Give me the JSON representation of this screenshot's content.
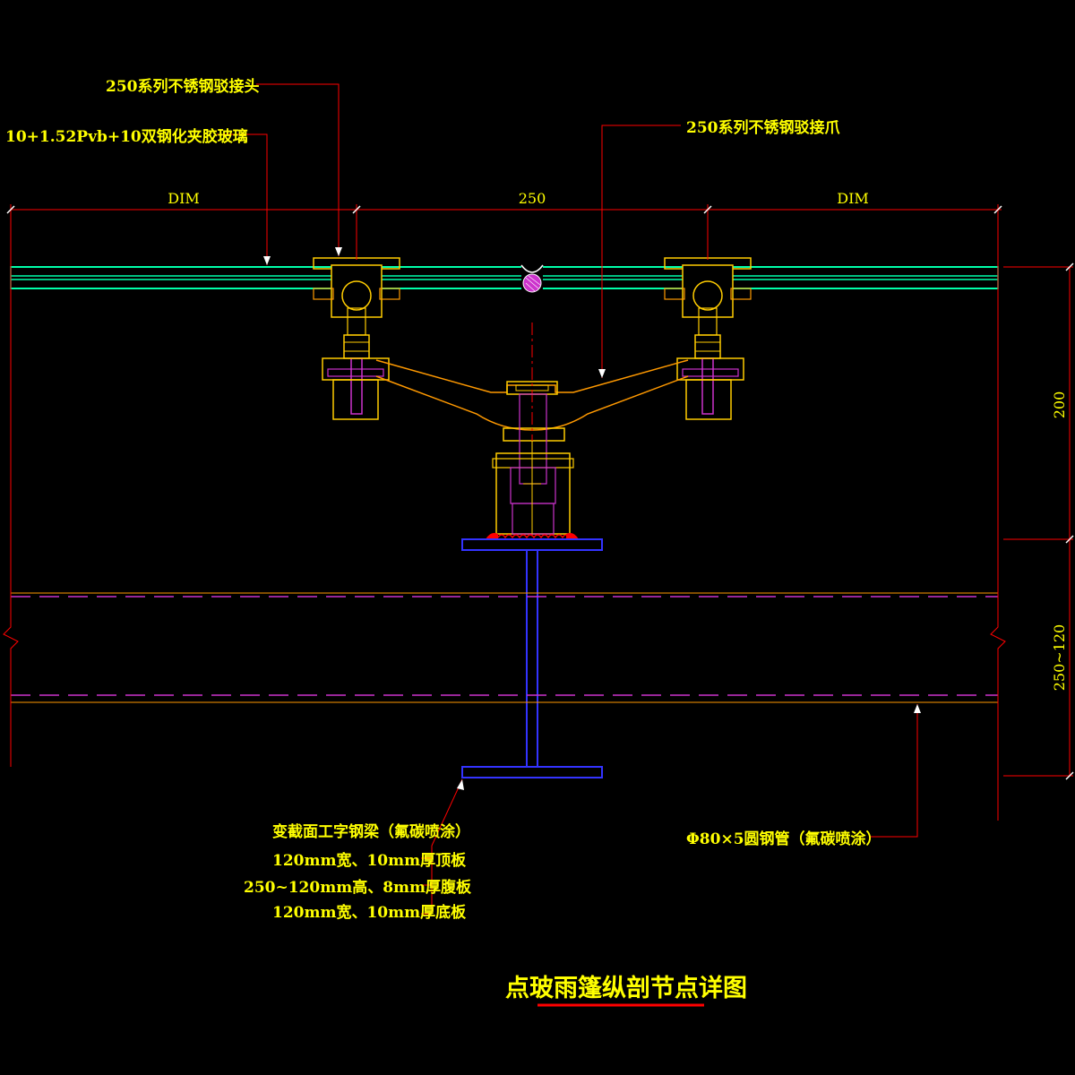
{
  "labels": {
    "pivot_head": "250系列不锈钢驳接头",
    "glass": "10+1.52Pvb+10双钢化夹胶玻璃",
    "pivot_claw": "250系列不锈钢驳接爪",
    "beam_title": "变截面工字钢梁（氟碳喷涂）",
    "beam_spec_1": "120mm宽、10mm厚顶板",
    "beam_spec_2": "250~120mm高、8mm厚腹板",
    "beam_spec_3": "120mm宽、10mm厚底板",
    "pipe": "Φ80×5圆钢管（氟碳喷涂）"
  },
  "dimensions": {
    "left": "DIM",
    "middle": "250",
    "right": "DIM",
    "vertical_upper": "200",
    "vertical_lower": "250~120"
  },
  "title": "点玻雨篷纵剖节点详图",
  "colors": {
    "background": "#000000",
    "text": "#ffff00",
    "leader": "#ff0000",
    "glass": "#00ffaa",
    "fitting": "#ffcc00",
    "bolt": "#cc33cc",
    "beam": "#3333ff",
    "pipe": "#cc33cc",
    "orange": "#ff9900"
  }
}
